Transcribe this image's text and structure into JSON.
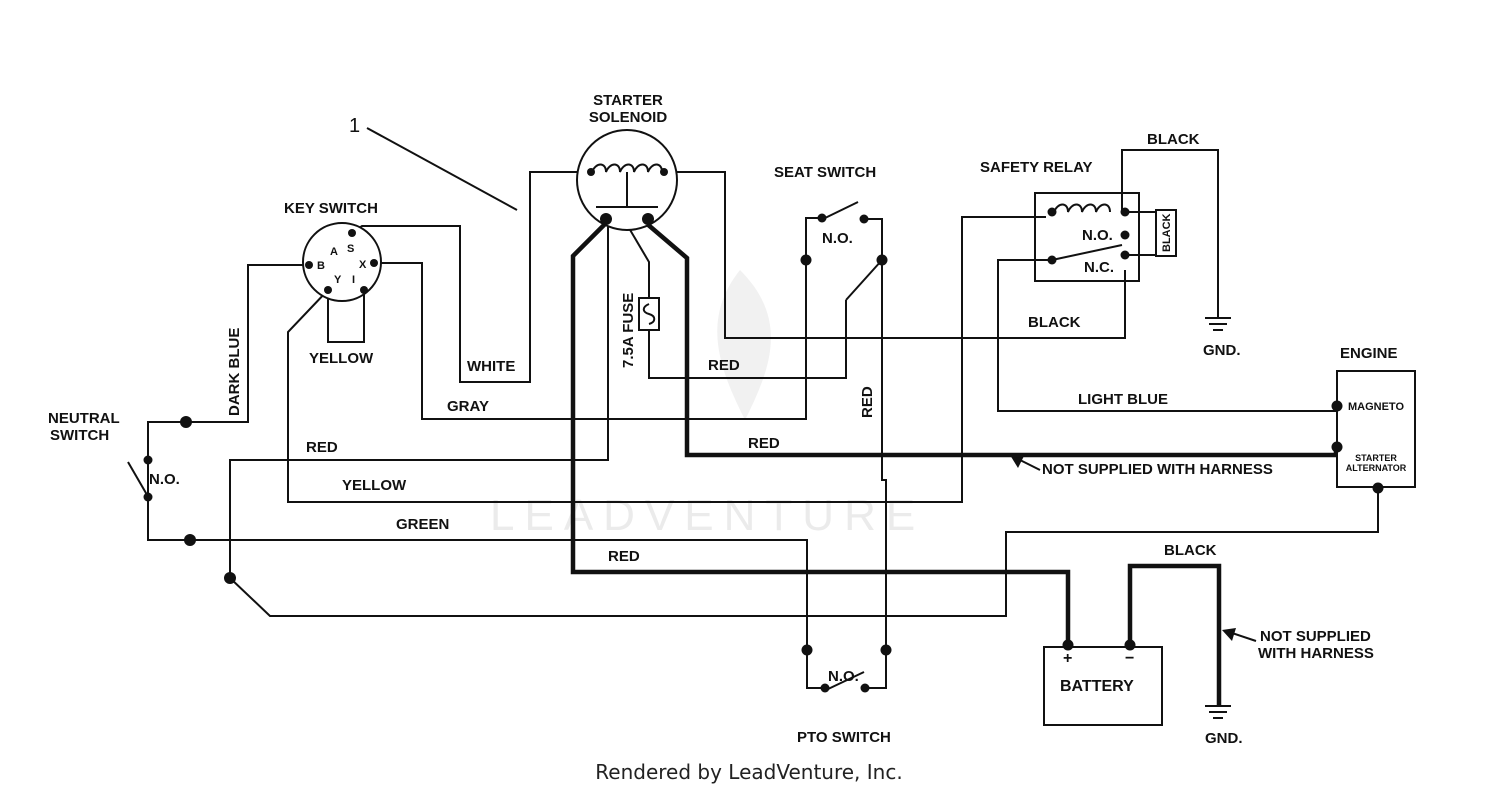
{
  "components": {
    "key_switch": "KEY SWITCH",
    "key_terminals": [
      "A",
      "S",
      "B",
      "X",
      "Y",
      "I"
    ],
    "starter_solenoid": [
      "STARTER",
      "SOLENOID"
    ],
    "seat_switch": "SEAT SWITCH",
    "safety_relay": "SAFETY RELAY",
    "relay_no": "N.O.",
    "relay_nc": "N.C.",
    "neutral_switch": [
      "NEUTRAL",
      "SWITCH"
    ],
    "engine": "ENGINE",
    "magneto": "MAGNETO",
    "starter_alternator": [
      "STARTER",
      "ALTERNATOR"
    ],
    "battery": "BATTERY",
    "battery_plus": "+",
    "battery_minus": "−",
    "pto_switch": "PTO SWITCH",
    "fuse": "7.5A FUSE",
    "ground": "GND.",
    "no": "N.O.",
    "callout": "1"
  },
  "wires": {
    "dark_blue": "DARK BLUE",
    "yellow": "YELLOW",
    "white": "WHITE",
    "gray": "GRAY",
    "red": "RED",
    "green": "GREEN",
    "black": "BLACK",
    "light_blue": "LIGHT BLUE"
  },
  "notes": {
    "not_supplied": "NOT SUPPLIED WITH HARNESS",
    "not_supplied_lines": [
      "NOT SUPPLIED",
      "WITH HARNESS"
    ]
  },
  "watermark": "LEADVENTURE",
  "footer": "Rendered by LeadVenture, Inc."
}
